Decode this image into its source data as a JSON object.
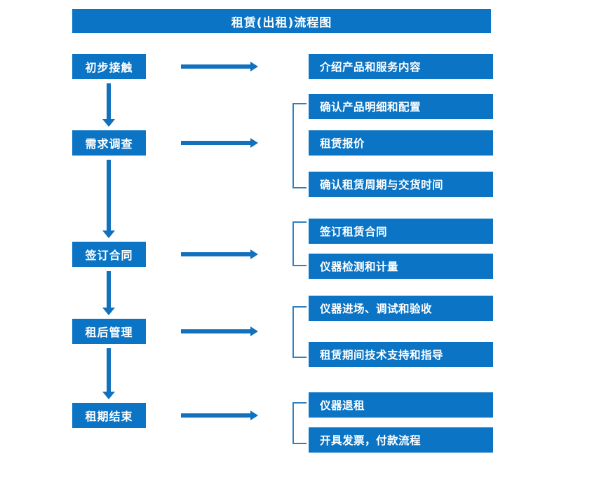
{
  "diagram": {
    "title": "租赁(出租)流程图",
    "colors": {
      "box_blue": "#0B74C4",
      "arrow_blue": "#1271BD",
      "bracket_blue": "#2E7FC4",
      "text_white": "#FFFFFF",
      "background": "#FFFFFF"
    },
    "stages": [
      {
        "label": "初步接触"
      },
      {
        "label": "需求调查"
      },
      {
        "label": "签订合同"
      },
      {
        "label": "租后管理"
      },
      {
        "label": "租期结束"
      }
    ],
    "details": [
      {
        "label": "介绍产品和服务内容"
      },
      {
        "label": "确认产品明细和配置"
      },
      {
        "label": "租赁报价"
      },
      {
        "label": "确认租赁周期与交货时间"
      },
      {
        "label": "签订租赁合同"
      },
      {
        "label": "仪器检测和计量"
      },
      {
        "label": "仪器进场、调试和验收"
      },
      {
        "label": "租赁期间技术支持和指导"
      },
      {
        "label": "仪器退租"
      },
      {
        "label": "开具发票，付款流程"
      }
    ],
    "groups": [
      {
        "stage": "需求调查",
        "detail_indices": [
          1,
          2,
          3
        ]
      },
      {
        "stage": "签订合同",
        "detail_indices": [
          4,
          5
        ]
      },
      {
        "stage": "租后管理",
        "detail_indices": [
          6,
          7
        ]
      },
      {
        "stage": "租期结束",
        "detail_indices": [
          8,
          9
        ]
      }
    ],
    "flow_arrows": {
      "vertical_count": 4,
      "horizontal_count": 5
    }
  }
}
